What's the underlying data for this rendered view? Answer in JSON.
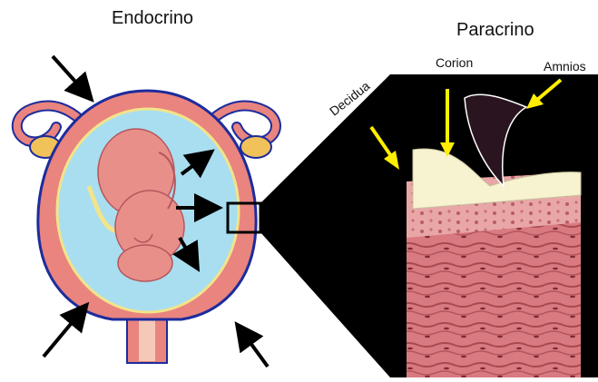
{
  "labels": {
    "endocrine": "Endocrino",
    "paracrine": "Paracrino",
    "chorion": "Corion",
    "amnion": "Amnios",
    "decidua": "Decidua"
  },
  "colors": {
    "uterus_wall": "#e9847f",
    "uterus_outline": "#1c2c9c",
    "amniotic_fluid": "#a8def0",
    "fetus": "#e98f8a",
    "placenta": "#7e1e2a",
    "ovary": "#f1c15a",
    "membrane_section_bg": "#000000",
    "muscle_tissue": "#d97a80",
    "chorion_layer": "#f7f2cf",
    "amnion_sheet": "#2a1420",
    "paracrine_arrow": "#ffee00",
    "endocrine_arrow": "#000000"
  },
  "icons": {
    "endocrine_arrow": "black-arrow-icon",
    "paracrine_arrow": "yellow-arrow-icon",
    "zoom_box": "magnify-box-icon"
  }
}
